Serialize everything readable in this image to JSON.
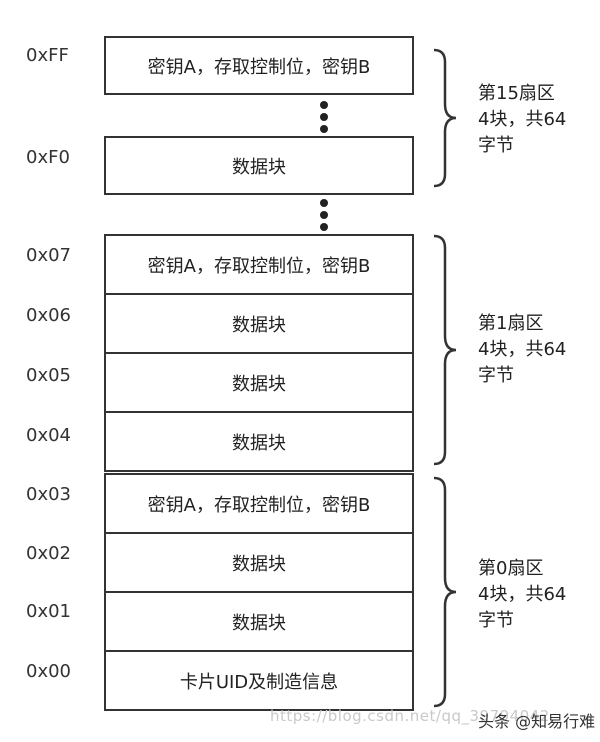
{
  "addresses": {
    "a_ff": "0xFF",
    "a_f0": "0xF0",
    "a_07": "0x07",
    "a_06": "0x06",
    "a_05": "0x05",
    "a_04": "0x04",
    "a_03": "0x03",
    "a_02": "0x02",
    "a_01": "0x01",
    "a_00": "0x00"
  },
  "blocks": {
    "trailer": "密钥A，存取控制位，密钥B",
    "data": "数据块",
    "manufacturer": "卡片UID及制造信息"
  },
  "sectors": {
    "s15": {
      "line1": "第15扇区",
      "line2": "4块，共64",
      "line3": "字节"
    },
    "s1": {
      "line1": "第1扇区",
      "line2": "4块，共64",
      "line3": "字节"
    },
    "s0": {
      "line1": "第0扇区",
      "line2": "4块，共64",
      "line3": "字节"
    }
  },
  "watermark": "https://blog.csdn.net/qq_39794042",
  "footer": "头条 @知易行难"
}
